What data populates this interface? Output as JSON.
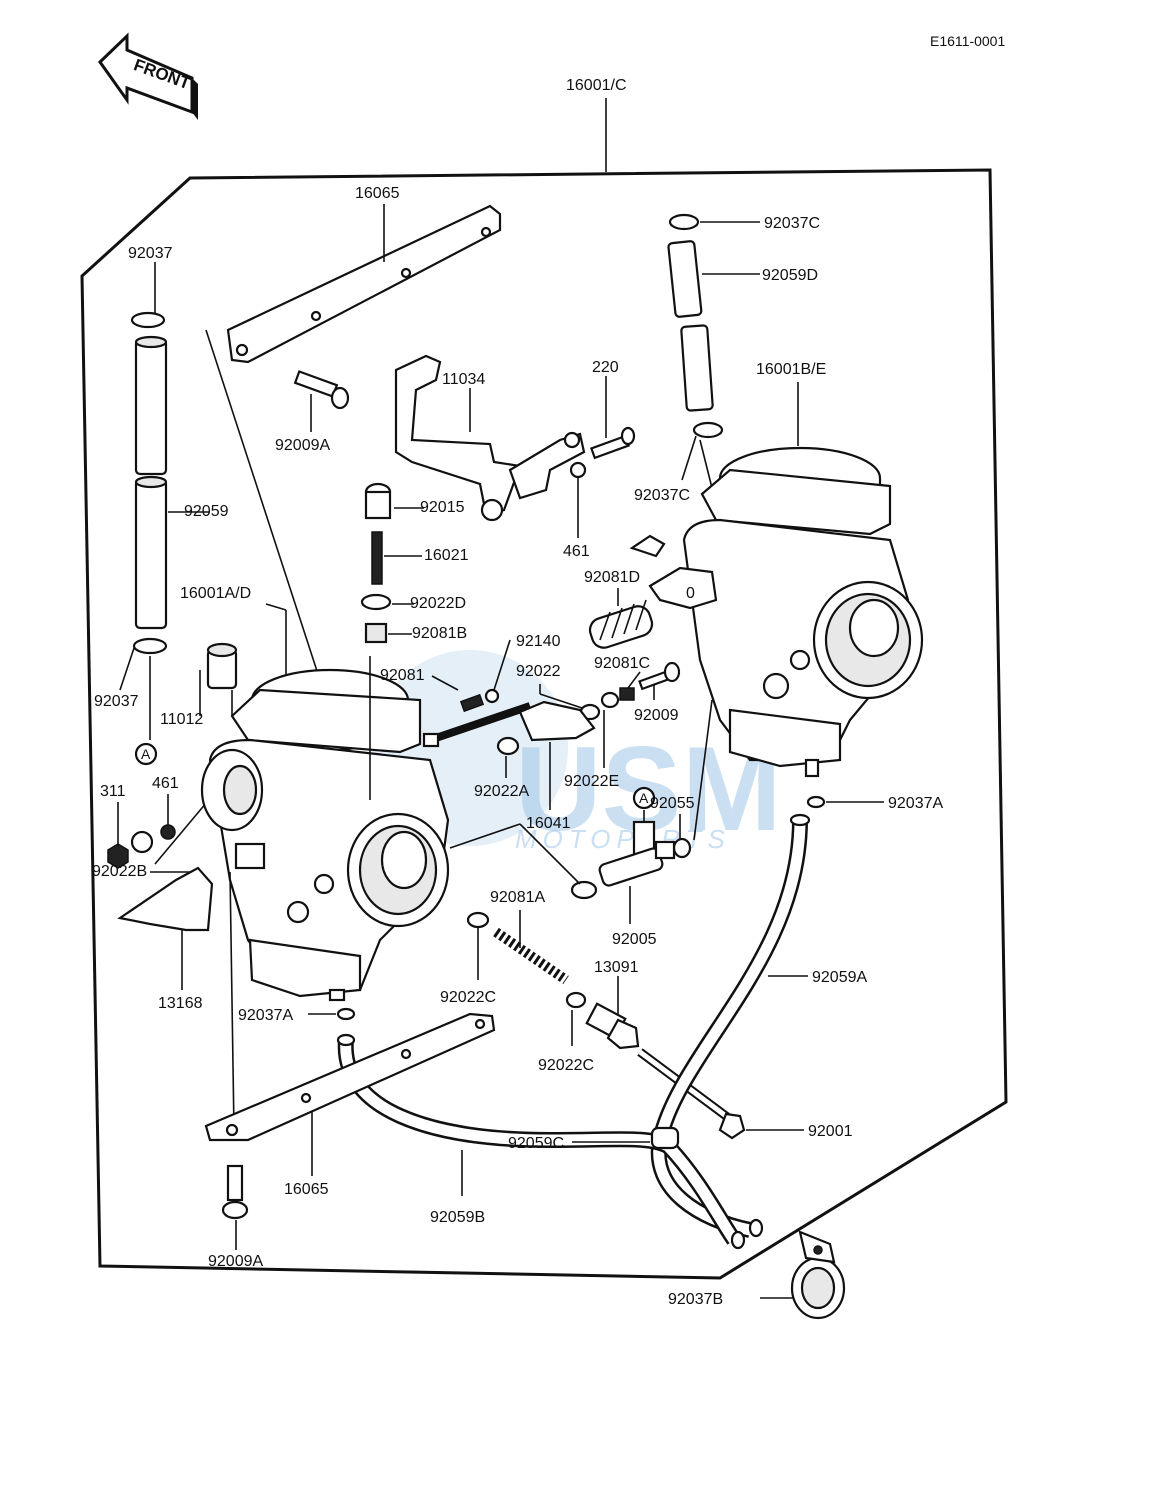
{
  "diagram": {
    "doc_code": "E1611-0001",
    "front_label": "FRONT",
    "assembly_label": "16001/C",
    "watermark": {
      "main": "USM",
      "sub": "MOTOPARTS"
    },
    "circle_marker": "A",
    "parts": {
      "p16065_top": "16065",
      "p92037_left": "92037",
      "p92009A_top": "92009A",
      "p11034": "11034",
      "p220": "220",
      "p92037C_top": "92037C",
      "p92059D": "92059D",
      "p16001BE": "16001B/E",
      "p92037C_mid": "92037C",
      "p92059": "92059",
      "p92015": "92015",
      "p461_right": "461",
      "p16021": "16021",
      "p92081D": "92081D",
      "p16001AD": "16001A/D",
      "p92022D": "92022D",
      "p92081B": "92081B",
      "p92140": "92140",
      "p92022": "92022",
      "p92081C": "92081C",
      "p92037_left2": "92037",
      "p11012": "11012",
      "p92081": "92081",
      "p92009": "92009",
      "p311": "311",
      "p461_left": "461",
      "p92022A": "92022A",
      "p92022E": "92022E",
      "p92055": "92055",
      "p92037A_right": "92037A",
      "p16041": "16041",
      "p92022B": "92022B",
      "p92081A": "92081A",
      "p92005": "92005",
      "p13168": "13168",
      "p13091": "13091",
      "p92059A": "92059A",
      "p92022C_1": "92022C",
      "p92037A_left": "92037A",
      "p92022C_2": "92022C",
      "p92001": "92001",
      "p92059C": "92059C",
      "p16065_bottom": "16065",
      "p92059B": "92059B",
      "p92009A_bottom": "92009A",
      "p92037B": "92037B"
    }
  }
}
